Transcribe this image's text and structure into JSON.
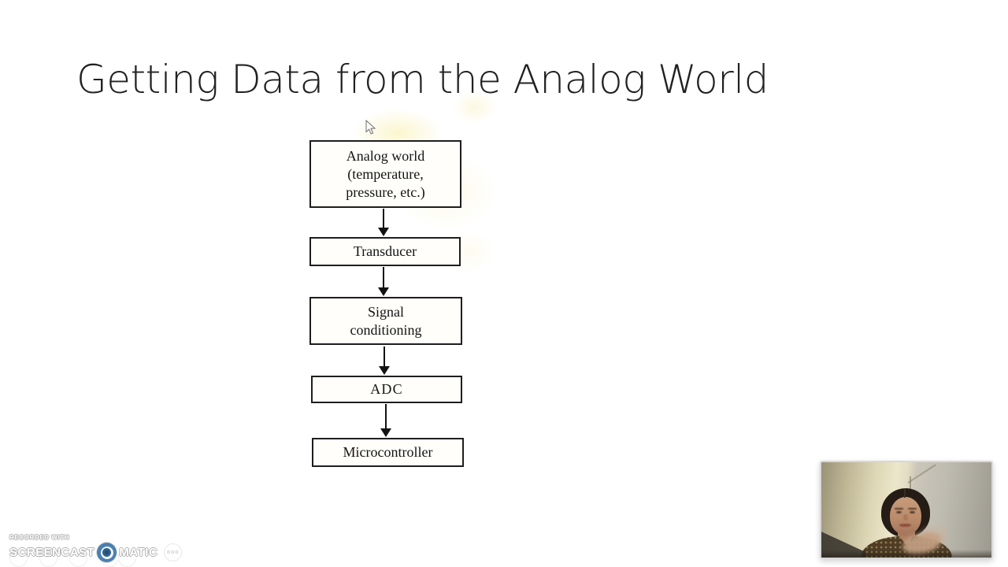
{
  "slide": {
    "title": "Getting Data from the Analog World"
  },
  "flowchart": {
    "nodes": [
      {
        "id": "analog-world",
        "lines": [
          "Analog world",
          "(temperature,",
          "pressure, etc.)"
        ]
      },
      {
        "id": "transducer",
        "lines": [
          "Transducer"
        ]
      },
      {
        "id": "signal-conditioning",
        "lines": [
          "Signal",
          "conditioning"
        ]
      },
      {
        "id": "adc",
        "lines": [
          "ADC"
        ]
      },
      {
        "id": "microcontroller",
        "lines": [
          "Microcontroller"
        ]
      }
    ],
    "connector": "arrow-down",
    "border_color": "#1e1e1e",
    "text_color": "#141414"
  },
  "watermark": {
    "recorded_with": "RECORDED WITH",
    "brand_left": "SCREENCAST",
    "brand_right": "MATIC",
    "more_dots": "ooo",
    "logo_icon": "screencast-o-matic-logo",
    "logo_blue": "#4a80b0",
    "logo_dark_blue": "#2f618e",
    "logo_center_blue": "#234d75"
  },
  "webcam_overlay": {
    "border_color": "#d8d8d8"
  },
  "cursor_icon": "arrow-pointer"
}
